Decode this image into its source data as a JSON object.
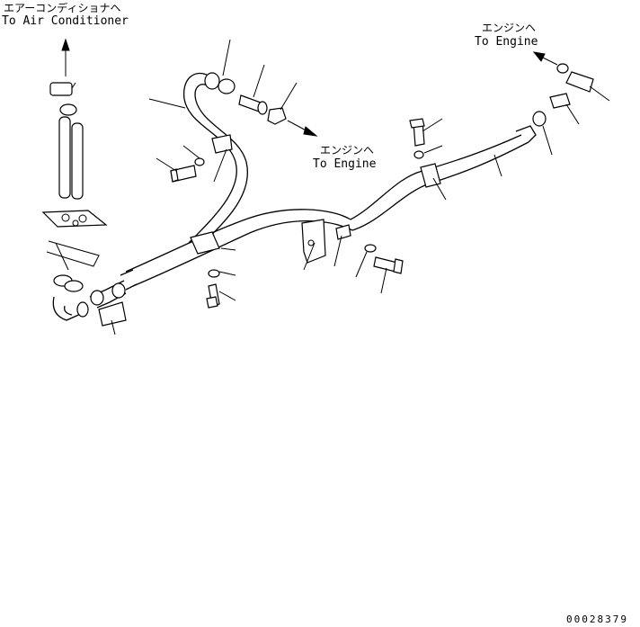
{
  "labels": {
    "air_conditioner_jp": "エアーコンディショナヘ",
    "air_conditioner_en": "To Air Conditioner",
    "engine_top_jp": "エンジンヘ",
    "engine_top_en": "To Engine",
    "engine_mid_jp": "エンジンヘ",
    "engine_mid_en": "To Engine",
    "drawing_number": "00028379"
  }
}
